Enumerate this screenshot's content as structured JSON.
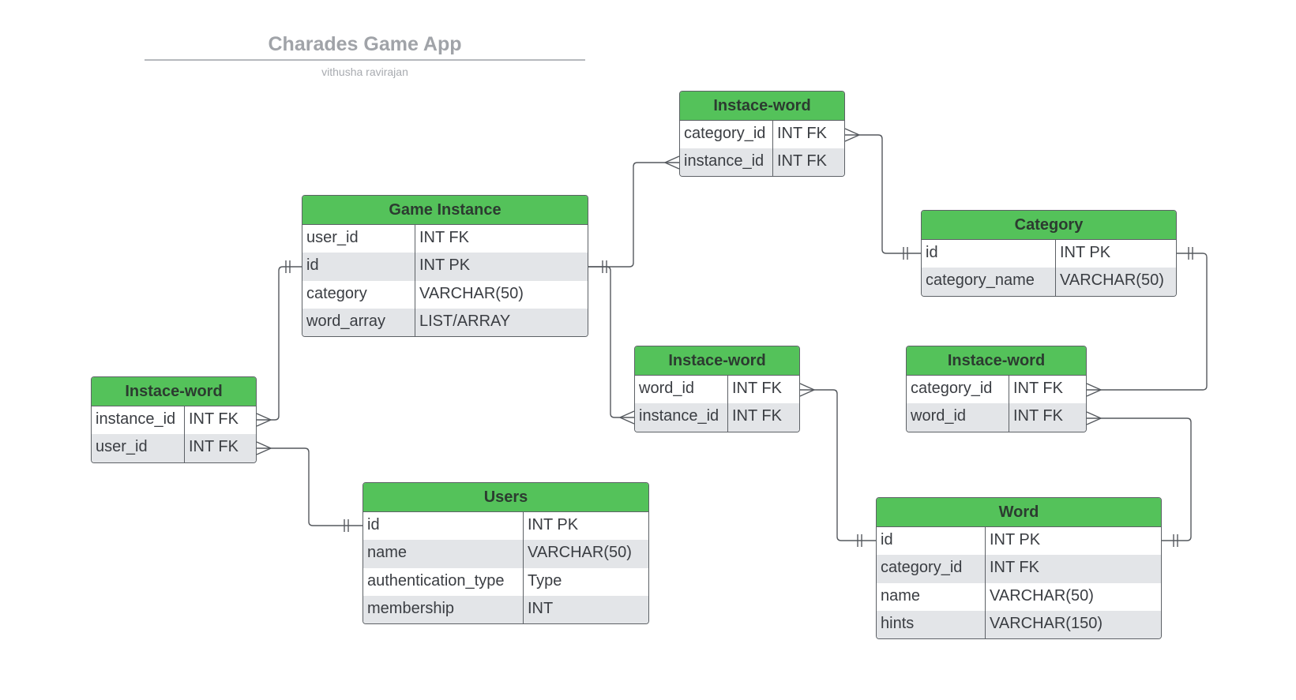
{
  "diagram": {
    "title": "Charades Game App",
    "subtitle": "vithusha ravirajan",
    "entities": [
      {
        "id": "game-instance",
        "title": "Game Instance",
        "rows": [
          {
            "name": "user_id",
            "type": "INT FK"
          },
          {
            "name": "id",
            "type": "INT PK"
          },
          {
            "name": "category",
            "type": "VARCHAR(50)"
          },
          {
            "name": "word_array",
            "type": "LIST/ARRAY"
          }
        ]
      },
      {
        "id": "instace-word-top",
        "title": "Instace-word",
        "rows": [
          {
            "name": "category_id",
            "type": "INT FK"
          },
          {
            "name": "instance_id",
            "type": "INT FK"
          }
        ]
      },
      {
        "id": "category",
        "title": "Category",
        "rows": [
          {
            "name": "id",
            "type": "INT PK"
          },
          {
            "name": "category_name",
            "type": "VARCHAR(50)"
          }
        ]
      },
      {
        "id": "instace-word-middle",
        "title": "Instace-word",
        "rows": [
          {
            "name": "word_id",
            "type": "INT FK"
          },
          {
            "name": "instance_id",
            "type": "INT FK"
          }
        ]
      },
      {
        "id": "instace-word-right",
        "title": "Instace-word",
        "rows": [
          {
            "name": "category_id",
            "type": "INT FK"
          },
          {
            "name": "word_id",
            "type": "INT FK"
          }
        ]
      },
      {
        "id": "instace-word-left",
        "title": "Instace-word",
        "rows": [
          {
            "name": "instance_id",
            "type": "INT FK"
          },
          {
            "name": "user_id",
            "type": "INT FK"
          }
        ]
      },
      {
        "id": "users",
        "title": "Users",
        "rows": [
          {
            "name": "id",
            "type": "INT PK"
          },
          {
            "name": "name",
            "type": "VARCHAR(50)"
          },
          {
            "name": "authentication_type",
            "type": "Type"
          },
          {
            "name": "membership",
            "type": "INT"
          }
        ]
      },
      {
        "id": "word",
        "title": "Word",
        "rows": [
          {
            "name": "id",
            "type": "INT PK"
          },
          {
            "name": "category_id",
            "type": "INT FK"
          },
          {
            "name": "name",
            "type": "VARCHAR(50)"
          },
          {
            "name": "hints",
            "type": "VARCHAR(150)"
          }
        ]
      }
    ],
    "relationships": [
      {
        "from": "game-instance.id",
        "to": "instace-word-top.instance_id",
        "cardinality": "one-to-many"
      },
      {
        "from": "category.id",
        "to": "instace-word-top.category_id",
        "cardinality": "one-to-many"
      },
      {
        "from": "game-instance.id",
        "to": "instace-word-middle.instance_id",
        "cardinality": "one-to-many"
      },
      {
        "from": "word.id",
        "to": "instace-word-middle.word_id",
        "cardinality": "one-to-many"
      },
      {
        "from": "category.id",
        "to": "instace-word-right.category_id",
        "cardinality": "one-to-many"
      },
      {
        "from": "word.id",
        "to": "instace-word-right.word_id",
        "cardinality": "one-to-many"
      },
      {
        "from": "game-instance.id",
        "to": "instace-word-left.instance_id",
        "cardinality": "one-to-many"
      },
      {
        "from": "users.id",
        "to": "instace-word-left.user_id",
        "cardinality": "one-to-many"
      }
    ],
    "colors": {
      "header": "#54c25a",
      "alt_row": "#e3e5e8",
      "border": "#5d6166",
      "connector": "#55595e",
      "title": "#a0a3a8"
    }
  }
}
